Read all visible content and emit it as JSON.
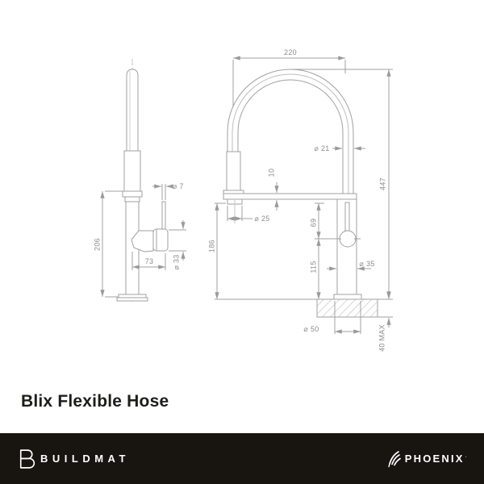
{
  "title": "Blix Flexible Hose",
  "dims": {
    "side": {
      "height": "206",
      "spout_reach": "73",
      "handle_diameter": "⌀ 33",
      "lever_diameter": "⌀ 7"
    },
    "front": {
      "hose_width": "220",
      "hose_diameter": "⌀ 21",
      "deck_thickness": "10",
      "outlet_diameter": "⌀ 25",
      "outlet_height": "186",
      "handle_center_height": "69",
      "lower_body_height": "115",
      "body_diameter": "⌀ 35",
      "overall_height": "447",
      "flange_diameter": "⌀ 50",
      "bench_thickness": "40 MAX"
    }
  },
  "footer": {
    "buildmat": "BUILDMAT",
    "phoenix": "PHOENIX",
    "phoenix_mark": "’"
  },
  "colors": {
    "line": "#a0a0a0",
    "dim_text": "#8c8c8c",
    "footer_bg": "#18140f",
    "title_text": "#1d1d1b"
  }
}
